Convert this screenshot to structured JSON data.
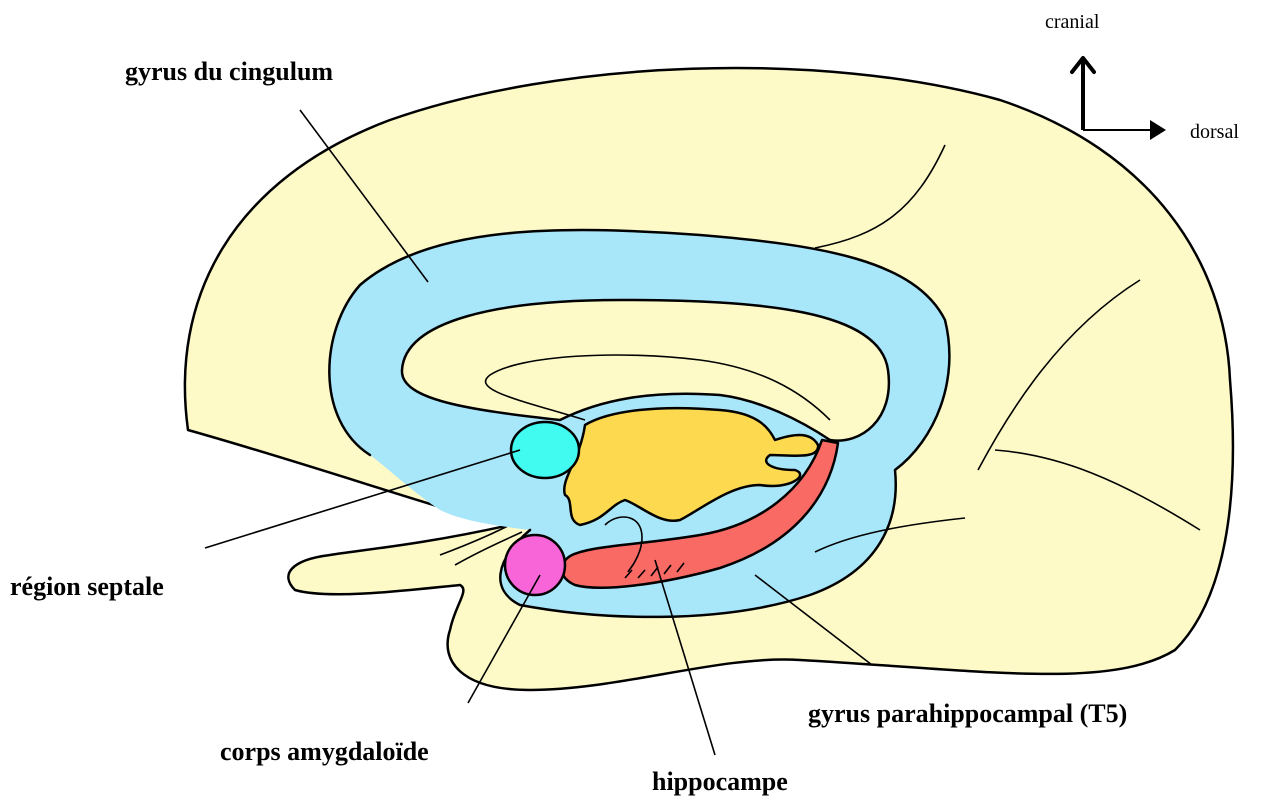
{
  "labels": {
    "cingulate": "gyrus du cingulum",
    "septal": "région septale",
    "amygdala": "corps amygdaloïde",
    "hippocampus": "hippocampe",
    "parahippocampal": "gyrus parahippocampal (T5)"
  },
  "orientation": {
    "up": "cranial",
    "right": "dorsal"
  },
  "colors": {
    "brain": "#fdfac8",
    "cingulate_band": "#a8e6fa",
    "septal_region": "#42fbf0",
    "amygdala": "#f865d8",
    "hippocampus": "#f86a63",
    "thalamus": "#fcd94f",
    "outline": "#000000"
  }
}
